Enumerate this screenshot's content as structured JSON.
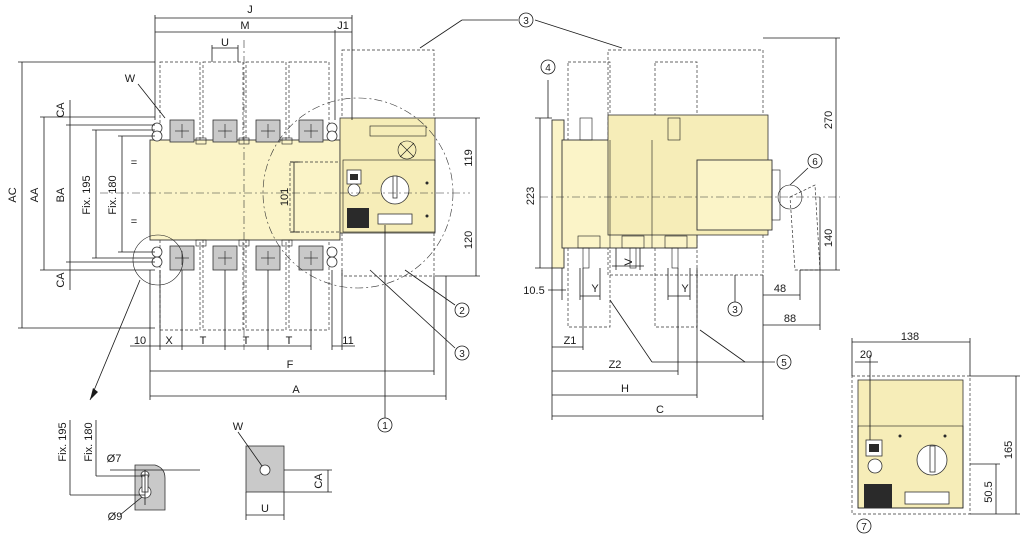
{
  "colors": {
    "body_fill": "#fbf4c8",
    "terminal_fill": "#c9c9c9",
    "line": "#1a1a1a",
    "background": "#ffffff"
  },
  "front_view": {
    "top_labels": {
      "J": "J",
      "M": "M",
      "J1": "J1",
      "U": "U",
      "W": "W"
    },
    "left_labels": {
      "AC": "AC",
      "AA": "AA",
      "BA": "BA",
      "CA_top": "CA",
      "CA_bottom": "CA",
      "fix195": "Fix. 195",
      "fix180": "Fix. 180"
    },
    "right_labels": {
      "d119": "119",
      "d120": "120",
      "d101": "101"
    },
    "bottom_labels": {
      "d10": "10",
      "X": "X",
      "T1": "T",
      "T2": "T",
      "T3": "T",
      "d11": "11",
      "F": "F",
      "A": "A"
    },
    "equal_marks": [
      "=",
      "="
    ]
  },
  "side_view": {
    "labels": {
      "d223": "223",
      "d10_5": "10.5",
      "d270": "270",
      "d140": "140",
      "d48": "48",
      "d88": "88",
      "V": "V",
      "Y1": "Y",
      "Y2": "Y",
      "Z1": "Z1",
      "Z2": "Z2",
      "H": "H",
      "C": "C"
    }
  },
  "detail_hole": {
    "labels": {
      "fix195": "Fix. 195",
      "fix180": "Fix. 180",
      "o7": "Ø7",
      "o9": "Ø9"
    }
  },
  "detail_terminal": {
    "labels": {
      "W": "W",
      "U": "U",
      "CA": "CA"
    }
  },
  "cutout_view": {
    "labels": {
      "d138": "138",
      "d20": "20",
      "d165": "165",
      "d50_5": "50.5"
    }
  },
  "callouts": [
    "1",
    "2",
    "3",
    "3",
    "3",
    "4",
    "5",
    "6",
    "7"
  ]
}
